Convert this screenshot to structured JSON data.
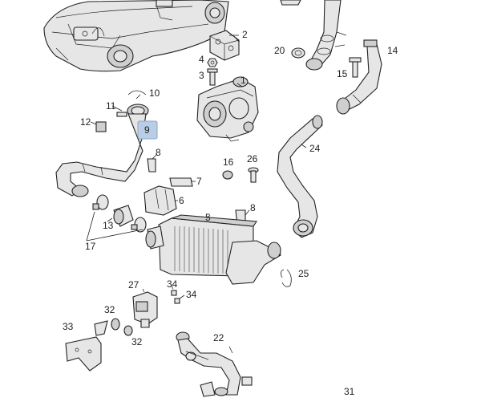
{
  "callouts": {
    "c1": "1",
    "c2": "2",
    "c3": "3",
    "c4": "4",
    "c5": "5",
    "c6": "6",
    "c7": "7",
    "c8a": "8",
    "c8b": "8",
    "c9": "9",
    "c10": "10",
    "c11": "11",
    "c12": "12",
    "c13": "13",
    "c14": "14",
    "c15": "15",
    "c16": "16",
    "c17": "17",
    "c20": "20",
    "c22": "22",
    "c24": "24",
    "c25": "25",
    "c26": "26",
    "c27": "27",
    "c31": "31",
    "c32a": "32",
    "c32b": "32",
    "c33": "33",
    "c34a": "34",
    "c34b": "34"
  },
  "colors": {
    "highlight_fill": "#b9cde6",
    "highlight_stroke": "#8aa6c9",
    "ink": "#222222",
    "part_fill": "#e6e6e6"
  }
}
